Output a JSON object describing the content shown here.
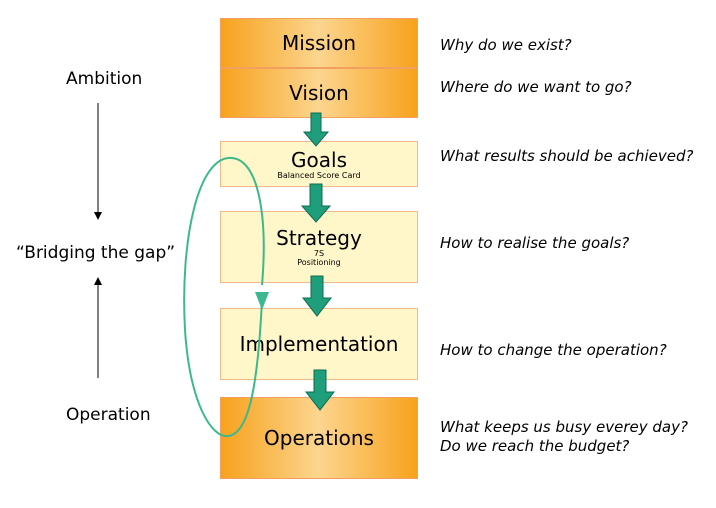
{
  "left_labels": {
    "top": "Ambition",
    "middle": "“Bridging the gap”",
    "bottom": "Operation"
  },
  "levels": [
    {
      "title": "Mission",
      "question": "Why do we exist?"
    },
    {
      "title": "Vision",
      "question": "Where do we want to go?"
    },
    {
      "title": "Goals",
      "subtitle": "Balanced Score Card",
      "question": "What results should be achieved?"
    },
    {
      "title": "Strategy",
      "subtitle_lines": [
        "7S",
        "Positioning"
      ],
      "question": "How to realise the goals?"
    },
    {
      "title": "Implementation",
      "question": "How to change the operation?"
    },
    {
      "title": "Operations",
      "question_lines": [
        "What keeps us busy everey day?",
        "Do we reach the budget?"
      ]
    }
  ],
  "colors": {
    "orange_fill": "#f7a21c",
    "light_fill": "#fff6c9",
    "box_border": "#f2a060",
    "arrow_green": "#1e9e7a",
    "loop_green": "#3cb98c"
  }
}
